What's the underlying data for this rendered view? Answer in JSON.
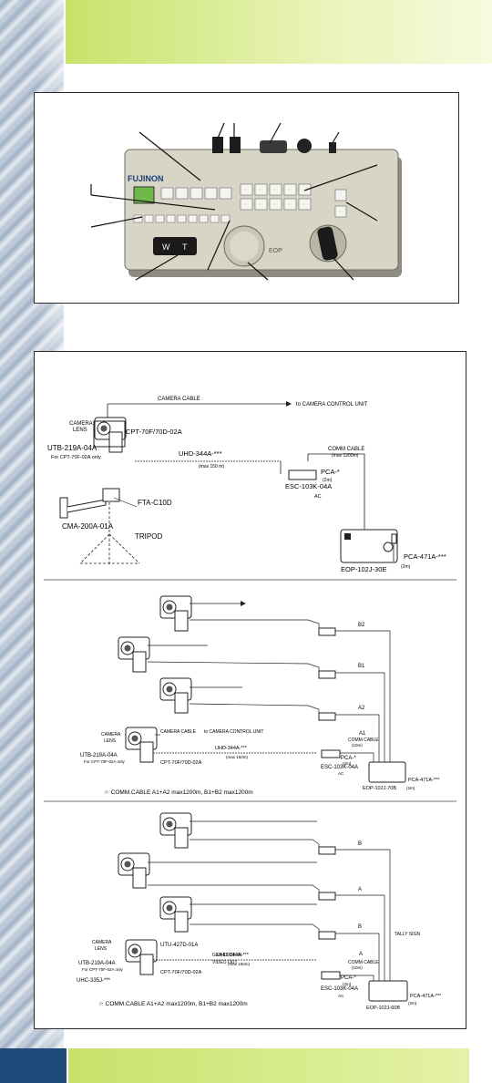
{
  "panel": {
    "brand": "FUJINON",
    "model": "EOP",
    "zoom_w": "W",
    "zoom_t": "T"
  },
  "system1": {
    "camera_cable": "CAMERA CABLE",
    "to_ccu": "to CAMERA CONTROL UNIT",
    "camera_lens": [
      "CAMERA",
      "LENS"
    ],
    "cpt": "CPT-70F/70D-02A",
    "utb": "UTB-219A-04A",
    "utb_note": "For CPT-70F-02A only",
    "uhd": "UHD-344A-***",
    "uhd_len": "(max 150 m)",
    "comm_cable": "COMM CABLE",
    "comm_len": "(max 1200m)",
    "esc": "ESC-103K-04A",
    "pca": "PCA-*",
    "pca_len": "(2m)",
    "ac": "AC",
    "fta": "FTA-C10D",
    "cma": "CMA-200A-01A",
    "tripod": "TRIPOD",
    "eop": "EOP-102J-30E",
    "pca471": "PCA-471A-***",
    "pca471_len": "(2m)"
  },
  "system2": {
    "b2": "B2",
    "b1": "B1",
    "a2": "A2",
    "a1": "A1",
    "camera_cable": "CAMERA CABLE",
    "to_ccu": "to CAMERA CONTROL UNIT",
    "camera_lens": [
      "CAMERA",
      "LENS"
    ],
    "utb": "UTB-219A-04A",
    "utb_note": "For CPT-70F-02A only",
    "cpt": "CPT-70F/70D-02A",
    "uhd": "UHD-344A-***",
    "uhd_len": "(max 150m)",
    "comm_cable": "COMM CABLE",
    "comm_len": "(10m)",
    "pca": "PCA-*",
    "pca_len": "(2m)",
    "esc": "ESC-103K-04A",
    "ac": "AC",
    "eop": "EOP-102J-70B",
    "pca471": "PCA-471A-***",
    "pca471_len": "(2m)",
    "note": "☆  COMM.CABLE A1+A2 max1200m, B1+B2 max1200m"
  },
  "system3": {
    "b": "B",
    "a": "A",
    "tally": "TALLY SIGN",
    "camera_lens": [
      "CAMERA",
      "LENS"
    ],
    "utu": "UTU-427D-01A",
    "genlock": "GEN LOCK IN",
    "video_out": "VIDEO OUT",
    "utb": "UTB-219A-04A",
    "utb_note": "For CPT-70F-02A only",
    "cpt": "CPT-70F/70D-02A",
    "uhc": "UHC-335J-***",
    "uhd": "UHD-344A-***",
    "uhd_len": "(max 150m)",
    "comm_cable": "COMM CABLE",
    "comm_len": "(10m)",
    "pca": "PCA-*",
    "pca_len": "(2m)",
    "esc": "ESC-103K-04A",
    "ac": "AC",
    "eop": "EOP-102J-60B",
    "pca471": "PCA-471A-***",
    "pca471_len": "(2m)",
    "note": "☆  COMM.CABLE A1+A2 max1200m, B1+B2 max1200m"
  }
}
